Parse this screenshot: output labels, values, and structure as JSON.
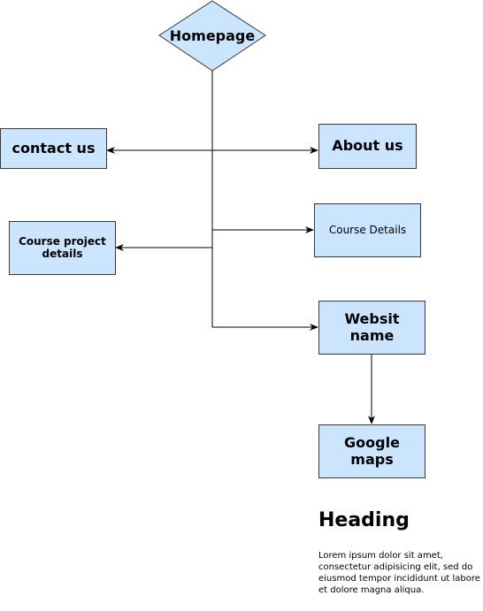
{
  "diagram": {
    "root": "Homepage",
    "nodes": {
      "homepage": "Homepage",
      "contact_us": "contact us",
      "about_us": "About us",
      "course_project_details": "Course project details",
      "course_details": "Course Details",
      "website_name": "Websit name",
      "google_maps": "Google maps"
    },
    "edges": [
      {
        "from": "Homepage",
        "to": "contact us"
      },
      {
        "from": "Homepage",
        "to": "About us"
      },
      {
        "from": "Homepage",
        "to": "Course project details"
      },
      {
        "from": "Homepage",
        "to": "Course Details"
      },
      {
        "from": "Homepage",
        "to": "Websit name"
      },
      {
        "from": "Websit name",
        "to": "Google maps"
      }
    ],
    "colors": {
      "node_fill": "#cce5ff",
      "node_stroke": "#36393d",
      "edge": "#000000"
    }
  },
  "text_block": {
    "heading": "Heading",
    "body": "Lorem ipsum dolor sit amet, consectetur adipisicing elit, sed do eiusmod tempor incididunt ut labore et dolore magna aliqua."
  }
}
